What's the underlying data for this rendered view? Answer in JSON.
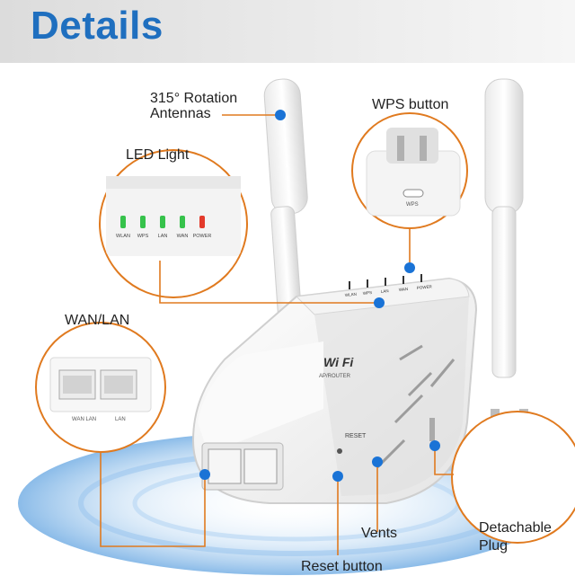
{
  "header": {
    "title": "Details"
  },
  "callouts": {
    "antennas": [
      "315° Rotation",
      "Antennas"
    ],
    "wps": "WPS button",
    "led": "LED Light",
    "wanlan": "WAN/LAN",
    "vents": "Vents",
    "plug": [
      "Detachable",
      "Plug"
    ],
    "reset": "Reset button"
  },
  "device": {
    "brand": "Wi Fi",
    "subtitle": "AP/ROUTER",
    "reset_label": "RESET",
    "wps_label": "WPS"
  },
  "leds": [
    {
      "label": "WLAN",
      "color": "#36c24b"
    },
    {
      "label": "WPS",
      "color": "#36c24b"
    },
    {
      "label": "LAN",
      "color": "#36c24b"
    },
    {
      "label": "WAN",
      "color": "#36c24b"
    },
    {
      "label": "POWER",
      "color": "#e33a2b"
    }
  ],
  "top_leds": [
    "WLAN",
    "WPS",
    "LAN",
    "WAN",
    "POWER"
  ],
  "ports": [
    {
      "label": "WAN\nLAN"
    },
    {
      "label": "LAN"
    }
  ],
  "colors": {
    "accent": "#1f6fbf",
    "dot": "#1a73d6",
    "line": "#e07a1f",
    "swirl": "#9cc7ef"
  }
}
